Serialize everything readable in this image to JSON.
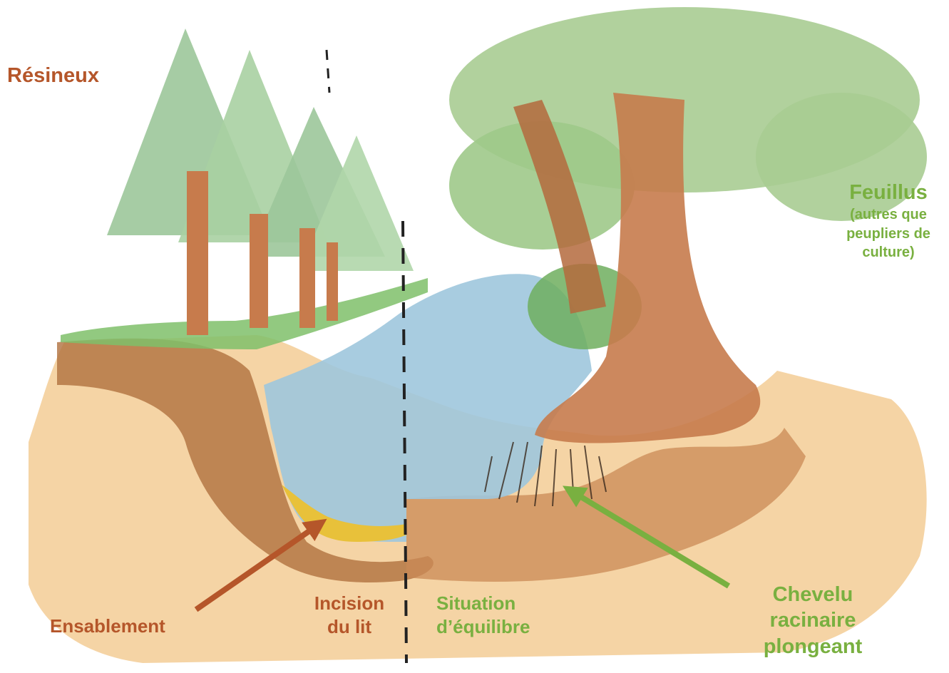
{
  "colors": {
    "brown_label": "#b5562a",
    "green_label": "#79b040",
    "water": "#9ec6dd",
    "sand": "#f1c27c",
    "soil_dark": "#a8683d",
    "silt_yellow": "#e8c13a",
    "foliage_conifer": "#9cc79a",
    "foliage_broadleaf": "#a8cc92",
    "trunk": "#c77b4c"
  },
  "labels": {
    "conifers": "Résineux",
    "broadleaf": {
      "title": "Feuillus",
      "note_line1": "(autres que",
      "note_line2": "peupliers de",
      "note_line3": "culture)"
    },
    "silting": "Ensablement",
    "incision": {
      "line1": "Incision",
      "line2": "du lit"
    },
    "equilibrium": {
      "line1": "Situation",
      "line2": "d’équilibre"
    },
    "roots": {
      "line1": "Chevelu",
      "line2": "racinaire",
      "line3": "plongeant"
    }
  },
  "icons": {
    "silting_arrow": "arrow-icon",
    "roots_arrow": "arrow-icon",
    "divider": "dashed-divider"
  }
}
